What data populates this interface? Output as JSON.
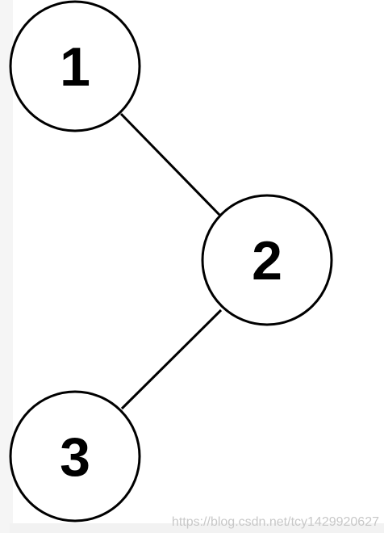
{
  "tree": {
    "nodes": [
      {
        "id": "n1",
        "label": "1"
      },
      {
        "id": "n2",
        "label": "2"
      },
      {
        "id": "n3",
        "label": "3"
      }
    ],
    "edges": [
      {
        "from": "1",
        "to": "2"
      },
      {
        "from": "2",
        "to": "3"
      }
    ]
  },
  "colors": {
    "stroke": "#000000",
    "fill": "#ffffff",
    "watermark": "#c8c8c8"
  },
  "watermark": "https://blog.csdn.net/tcy1429920627"
}
